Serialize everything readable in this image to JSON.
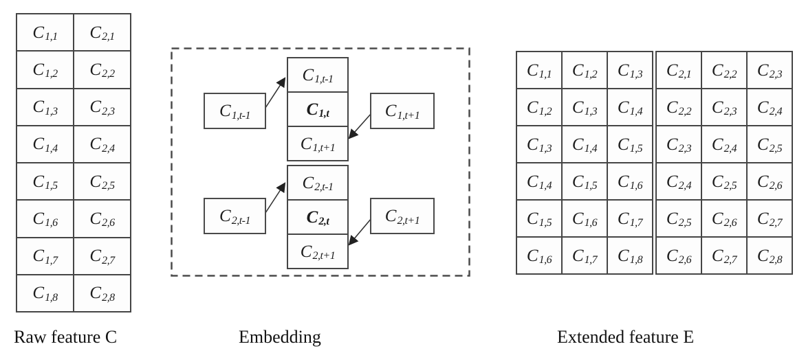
{
  "labels": {
    "raw_feature": "Raw feature C",
    "embedding": "Embedding",
    "extended_feature": "Extended feature E"
  },
  "colors": {
    "line": "#454545",
    "text": "#1c1c1c",
    "background": "#ffffff"
  },
  "raw_table": {
    "columns": 2,
    "rows": 8,
    "cells": [
      [
        {
          "base": "C",
          "sub": "1,1"
        },
        {
          "base": "C",
          "sub": "2,1"
        }
      ],
      [
        {
          "base": "C",
          "sub": "1,2"
        },
        {
          "base": "C",
          "sub": "2,2"
        }
      ],
      [
        {
          "base": "C",
          "sub": "1,3"
        },
        {
          "base": "C",
          "sub": "2,3"
        }
      ],
      [
        {
          "base": "C",
          "sub": "1,4"
        },
        {
          "base": "C",
          "sub": "2,4"
        }
      ],
      [
        {
          "base": "C",
          "sub": "1,5"
        },
        {
          "base": "C",
          "sub": "2,5"
        }
      ],
      [
        {
          "base": "C",
          "sub": "1,6"
        },
        {
          "base": "C",
          "sub": "2,6"
        }
      ],
      [
        {
          "base": "C",
          "sub": "1,7"
        },
        {
          "base": "C",
          "sub": "2,7"
        }
      ],
      [
        {
          "base": "C",
          "sub": "1,8"
        },
        {
          "base": "C",
          "sub": "2,8"
        }
      ]
    ]
  },
  "embedding": {
    "groups": [
      {
        "left_box": {
          "base": "C",
          "sub": "1,t-1"
        },
        "stack": [
          {
            "base": "C",
            "sub": "1,t-1",
            "bold": false
          },
          {
            "base": "C",
            "sub": "1,t",
            "bold": true
          },
          {
            "base": "C",
            "sub": "1,t+1",
            "bold": false
          }
        ],
        "right_box": {
          "base": "C",
          "sub": "1,t+1"
        }
      },
      {
        "left_box": {
          "base": "C",
          "sub": "2,t-1"
        },
        "stack": [
          {
            "base": "C",
            "sub": "2,t-1",
            "bold": false
          },
          {
            "base": "C",
            "sub": "2,t",
            "bold": true
          },
          {
            "base": "C",
            "sub": "2,t+1",
            "bold": false
          }
        ],
        "right_box": {
          "base": "C",
          "sub": "2,t+1"
        }
      }
    ]
  },
  "extended_tables": [
    {
      "columns": 3,
      "rows": 6,
      "cells": [
        [
          {
            "base": "C",
            "sub": "1,1"
          },
          {
            "base": "C",
            "sub": "1,2"
          },
          {
            "base": "C",
            "sub": "1,3"
          }
        ],
        [
          {
            "base": "C",
            "sub": "1,2"
          },
          {
            "base": "C",
            "sub": "1,3"
          },
          {
            "base": "C",
            "sub": "1,4"
          }
        ],
        [
          {
            "base": "C",
            "sub": "1,3"
          },
          {
            "base": "C",
            "sub": "1,4"
          },
          {
            "base": "C",
            "sub": "1,5"
          }
        ],
        [
          {
            "base": "C",
            "sub": "1,4"
          },
          {
            "base": "C",
            "sub": "1,5"
          },
          {
            "base": "C",
            "sub": "1,6"
          }
        ],
        [
          {
            "base": "C",
            "sub": "1,5"
          },
          {
            "base": "C",
            "sub": "1,6"
          },
          {
            "base": "C",
            "sub": "1,7"
          }
        ],
        [
          {
            "base": "C",
            "sub": "1,6"
          },
          {
            "base": "C",
            "sub": "1,7"
          },
          {
            "base": "C",
            "sub": "1,8"
          }
        ]
      ]
    },
    {
      "columns": 3,
      "rows": 6,
      "cells": [
        [
          {
            "base": "C",
            "sub": "2,1"
          },
          {
            "base": "C",
            "sub": "2,2"
          },
          {
            "base": "C",
            "sub": "2,3"
          }
        ],
        [
          {
            "base": "C",
            "sub": "2,2"
          },
          {
            "base": "C",
            "sub": "2,3"
          },
          {
            "base": "C",
            "sub": "2,4"
          }
        ],
        [
          {
            "base": "C",
            "sub": "2,3"
          },
          {
            "base": "C",
            "sub": "2,4"
          },
          {
            "base": "C",
            "sub": "2,5"
          }
        ],
        [
          {
            "base": "C",
            "sub": "2,4"
          },
          {
            "base": "C",
            "sub": "2,5"
          },
          {
            "base": "C",
            "sub": "2,6"
          }
        ],
        [
          {
            "base": "C",
            "sub": "2,5"
          },
          {
            "base": "C",
            "sub": "2,6"
          },
          {
            "base": "C",
            "sub": "2,7"
          }
        ],
        [
          {
            "base": "C",
            "sub": "2,6"
          },
          {
            "base": "C",
            "sub": "2,7"
          },
          {
            "base": "C",
            "sub": "2,8"
          }
        ]
      ]
    }
  ]
}
